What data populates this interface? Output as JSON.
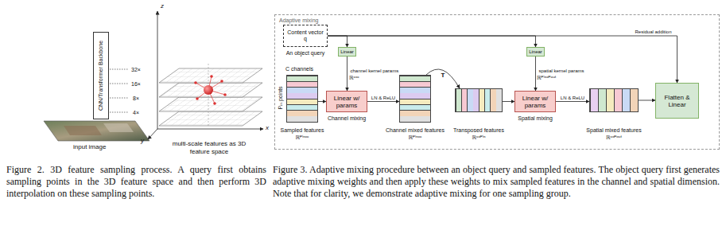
{
  "diagram": {
    "caption": "Figure 3. Adaptive mixing procedure between an object query and sampled features. The object query first generates adaptive mixing weights and then apply these weights to mix sampled features in the channel and spatial dimension. Note that for clarity, we demonstrate adaptive mixing for one sampling group.",
    "nodes": [
      {
        "text": [
          "CNN/Transformer Backbone"
        ]
      },
      {
        "text": [
          "Adaptive mixing"
        ]
      },
      {
        "text": [
          "Content vector q",
          "An object query"
        ],
        "in": 1
      },
      {
        "text": [
          "Linear"
        ],
        "in": 1
      },
      {
        "text": [
          "Sampled features",
          "ℝᴾⁱⁿˣᶜ"
        ],
        "in": 1
      },
      {
        "text": [
          "Linear w/ params",
          "Channel mixing"
        ],
        "in": 1
      },
      {
        "text": [
          "Channel mixed features",
          "ℝᴾⁱⁿˣᶜ"
        ],
        "in": 1
      },
      {
        "text": [
          "Transposed features",
          "ℝᶜˣᴾⁱⁿ"
        ],
        "in": 1
      },
      {
        "text": [
          "Linear"
        ],
        "in": 1
      },
      {
        "text": [
          "Linear w/ params",
          "Spatial mixing"
        ],
        "in": 1
      },
      {
        "text": [
          "Spatial mixed features",
          "ℝᶜˣᴾᵒᵘᵗ"
        ],
        "in": 1
      },
      {
        "text": [
          "Flatten & Linear"
        ],
        "in": 1
      }
    ],
    "edges": [
      {
        "from": 2,
        "to": 3,
        "arrow": "to"
      },
      {
        "from": 2,
        "to": 8,
        "arrow": "to"
      },
      {
        "from": 2,
        "to": 11,
        "label": "Residual addition",
        "arrow": "to"
      },
      {
        "from": 3,
        "to": 5,
        "label": "channel kernel params",
        "arrow": "to"
      },
      {
        "from": 4,
        "to": 5,
        "arrow": "to"
      },
      {
        "from": 5,
        "to": 6,
        "label": "LN & ReLU",
        "arrow": "to"
      },
      {
        "from": 6,
        "to": 7,
        "label": "T",
        "arrow": "to"
      },
      {
        "from": 8,
        "to": 9,
        "label": "spatial kernel params",
        "arrow": "to"
      },
      {
        "from": 7,
        "to": 9,
        "arrow": "to"
      },
      {
        "from": 9,
        "to": 10,
        "label": "LN & ReLU",
        "arrow": "to"
      },
      {
        "from": 10,
        "to": 11,
        "arrow": "to"
      }
    ],
    "labels": [
      "32×",
      "16×",
      "8×",
      "4×",
      "z",
      "y",
      "x",
      "multi-scale features as 3D feature space",
      "input image",
      "C channels",
      "Pᵢₙ points",
      "ℝᶜˣᶜ",
      "ℝᴾⁱⁿˣᴾᵒᵘᵗ",
      "Figure 2. 3D feature sampling process. A query first obtains sampling points in the 3D feature space and then perform 3D interpolation on these sampling points."
    ]
  }
}
